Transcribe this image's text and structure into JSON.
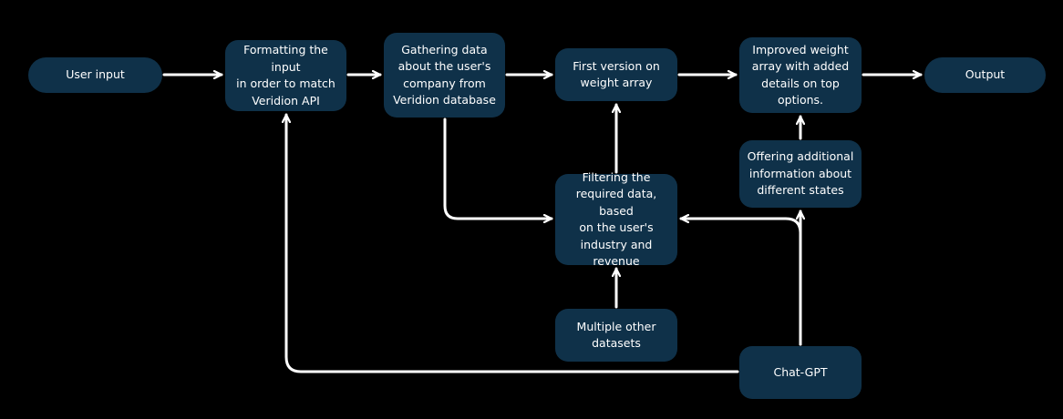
{
  "nodes": {
    "user_input": "User input",
    "formatting": "Formatting the input\nin order to match\nVeridion API",
    "gathering": "Gathering data\nabout the user's\ncompany from\nVeridion database",
    "first_version": "First version on\nweight array",
    "improved": "Improved weight\narray with added\ndetails on top\noptions.",
    "output": "Output",
    "offering": "Offering additional\ninformation about\ndifferent states",
    "filtering": "Filtering the\nrequired data, based\non the user's\nindustry and\nrevenue",
    "multiple": "Multiple other\ndatasets",
    "chatgpt": "Chat-GPT"
  },
  "edges": [
    {
      "from": "user_input",
      "to": "formatting"
    },
    {
      "from": "formatting",
      "to": "gathering"
    },
    {
      "from": "gathering",
      "to": "first_version"
    },
    {
      "from": "first_version",
      "to": "improved"
    },
    {
      "from": "improved",
      "to": "output"
    },
    {
      "from": "gathering",
      "to": "filtering"
    },
    {
      "from": "filtering",
      "to": "first_version"
    },
    {
      "from": "multiple",
      "to": "filtering"
    },
    {
      "from": "offering",
      "to": "improved"
    },
    {
      "from": "chatgpt",
      "to": "offering"
    },
    {
      "from": "chatgpt",
      "to": "filtering"
    },
    {
      "from": "chatgpt",
      "to": "formatting"
    }
  ],
  "colors": {
    "background": "#000000",
    "node_fill": "#0f3149",
    "node_text": "#ffffff",
    "arrow": "#ffffff"
  }
}
